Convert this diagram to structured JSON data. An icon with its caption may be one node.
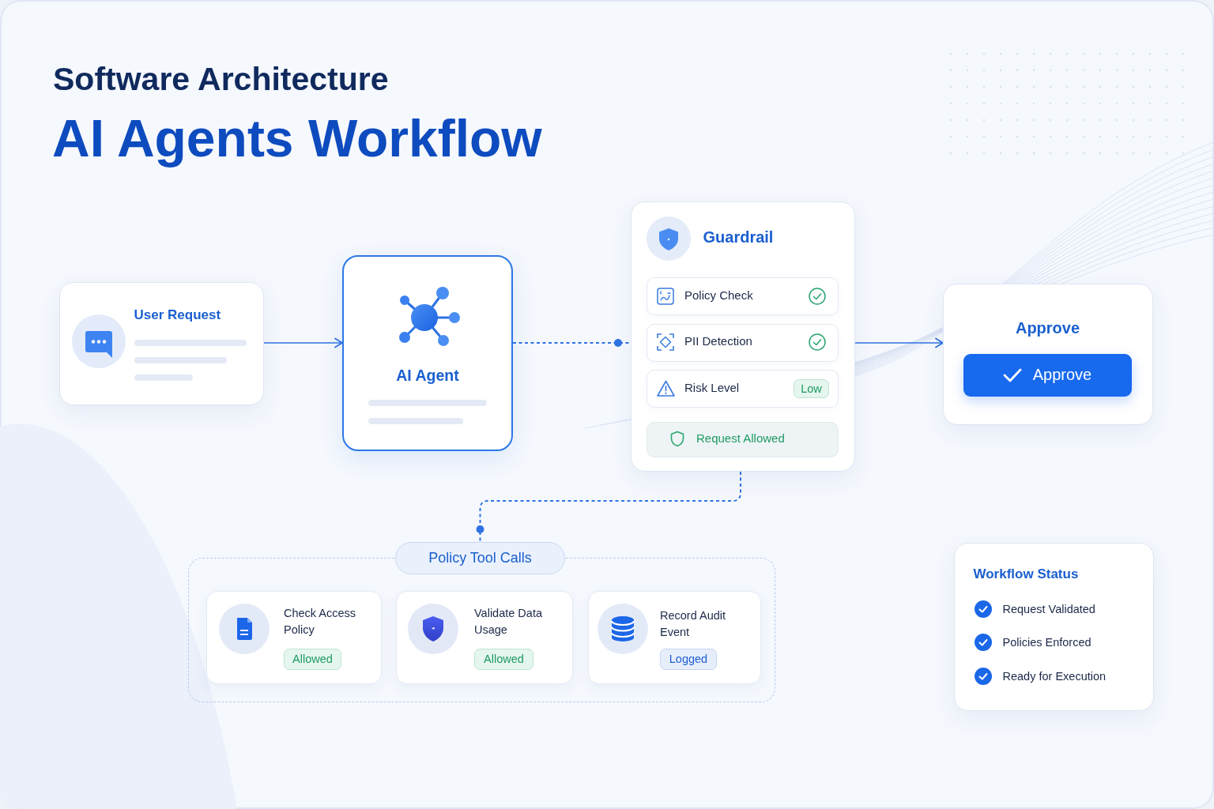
{
  "diagram": {
    "title": "AI Agents Workflow",
    "nodes": [
      {
        "text": [
          "User Request"
        ]
      },
      {
        "text": [
          "AI Agent"
        ]
      },
      {
        "text": [
          "Guardrail"
        ]
      },
      {
        "text": [
          "Policy Check"
        ],
        "in": 2
      },
      {
        "text": [
          "PII Detection"
        ],
        "in": 2
      },
      {
        "text": [
          "Risk Level"
        ],
        "in": 2
      },
      {
        "text": [
          "Low"
        ],
        "in": 5
      },
      {
        "text": [
          "Request Allowed"
        ],
        "in": 2
      },
      {
        "text": [
          "Approve"
        ]
      },
      {
        "text": [
          "Approve"
        ],
        "in": 8
      },
      {
        "text": [
          "Policy Tool Calls"
        ]
      },
      {
        "text": [],
        "shape": "box"
      },
      {
        "text": [
          "Check Access Policy"
        ],
        "in": 11
      },
      {
        "text": [
          "Allowed"
        ],
        "in": 12
      },
      {
        "text": [
          "Validate Data Usage"
        ],
        "in": 11
      },
      {
        "text": [
          "Allowed"
        ],
        "in": 14
      },
      {
        "text": [
          "Record Audit Event"
        ],
        "in": 11
      },
      {
        "text": [
          "Logged"
        ],
        "in": 16
      },
      {
        "text": [
          "Workflow Status",
          "Request Validated",
          "Policies Enforced",
          "Ready for Execution"
        ]
      }
    ],
    "edges": [
      {
        "from": 0,
        "to": 1,
        "arrow": "to"
      },
      {
        "from": 1,
        "to": 2,
        "arrow": "other",
        "style": "dashed"
      },
      {
        "from": 2,
        "to": 8,
        "arrow": "to"
      },
      {
        "from": 2,
        "to": 10,
        "arrow": "other",
        "style": "dashed"
      }
    ],
    "labels": [
      "Software Architecture"
    ]
  }
}
